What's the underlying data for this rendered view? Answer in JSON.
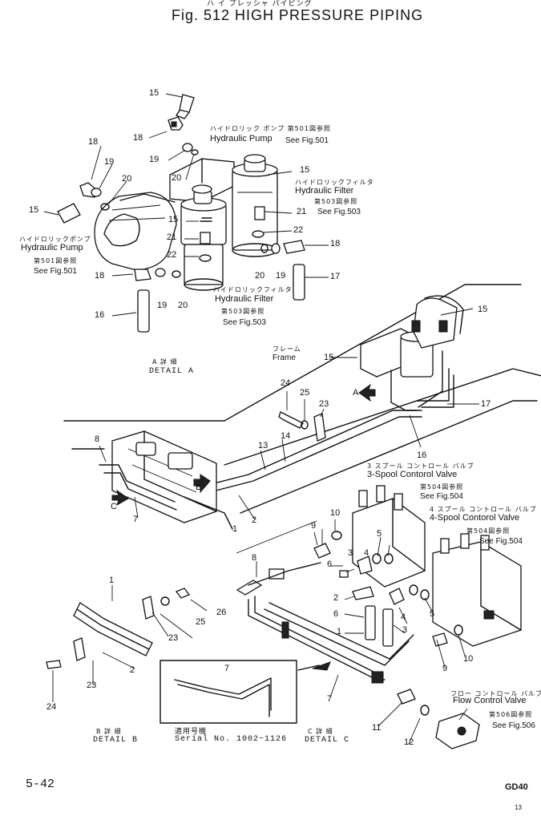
{
  "header": {
    "jp_title": "ハ イ プレッシャ パイピング",
    "title": "Fig. 512   HIGH PRESSURE PIPING"
  },
  "labels": {
    "hp_top_jp": "ハイドロリック ポンプ 第501図参照",
    "hp_top_en": "Hydraulic Pump",
    "hp_top_see": "See Fig.501",
    "hf_top_jp": "ハイドロリックフィルタ",
    "hf_top_en": "Hydraulic Filter",
    "hf_top_ref_jp": "第503図参照",
    "hf_top_see": "See Fig.503",
    "hp_left_jp": "ハイドロリックポンプ",
    "hp_left_en": "Hydraulic Pump",
    "hp_left_ref_jp": "第501図参照",
    "hp_left_see": "See Fig.501",
    "hf_mid_jp": "ハイドロリックフィルタ",
    "hf_mid_en": "Hydraulic Filter",
    "hf_mid_ref_jp": "第503図参照",
    "hf_mid_see": "See Fig.503",
    "detail_a_jp": "A 詳 細",
    "detail_a_en": "DETAIL A",
    "frame_jp": "フレーム",
    "frame_en": "Frame",
    "scv3_jp": "3 スプール コントロール バルブ",
    "scv3_en": "3-Spool Contorol Valve",
    "scv3_ref_jp": "第504図参照",
    "scv3_see": "See Fig.504",
    "scv4_jp": "4 スプール コントロール バルブ",
    "scv4_en": "4-Spool Contorol Valve",
    "scv4_ref_jp": "第504図参照",
    "scv4_see": "See Fig.504",
    "fcv_jp": "フロー コントロール バルブ",
    "fcv_en": "Flow Control Valve",
    "fcv_ref_jp": "第506図参照",
    "fcv_see": "See Fig.506",
    "detail_b_jp": "B 詳 細",
    "detail_b_en": "DETAIL B",
    "detail_c_jp": "C 詳 細",
    "detail_c_en": "DETAIL C",
    "serial_jp": "適用号機",
    "serial_en": "Serial No. 1002~1126",
    "arrow_a": "A",
    "arrow_b": "B",
    "arrow_c": "C"
  },
  "callouts": {
    "c15a": "15",
    "c18a": "18",
    "c19a": "19",
    "c20a": "20",
    "c18b": "18",
    "c19b": "19",
    "c20b": "20",
    "c15b": "15",
    "c15c": "15",
    "c21a": "21",
    "c22a": "22",
    "c15d": "15",
    "c21b": "21",
    "c22b": "22",
    "c20c": "20",
    "c19c": "19",
    "c18c": "18",
    "c17a": "17",
    "c18d": "18",
    "c19d": "19",
    "c20d": "20",
    "c16a": "16",
    "c15e": "15",
    "c15f": "15",
    "c17b": "17",
    "c16b": "16",
    "c24a": "24",
    "c25a": "25",
    "c23a": "23",
    "c13": "13",
    "c14": "14",
    "c8a": "8",
    "c7a": "7",
    "c1a": "1",
    "c2a": "2",
    "c10a": "10",
    "c9a": "9",
    "c5a": "5",
    "c3a": "3",
    "c4a": "4",
    "c6a": "6",
    "c2b": "2",
    "c6b": "6",
    "c1b": "1",
    "c3b": "3",
    "c4b": "4",
    "c5b": "5",
    "c8b": "8",
    "c9b": "9",
    "c10b": "10",
    "c1c": "1",
    "c26": "26",
    "c25b": "25",
    "c23b": "23",
    "c2c": "2",
    "c23c": "23",
    "c24b": "24",
    "c7b": "7",
    "c7c": "7",
    "c11": "11",
    "c12": "12"
  },
  "footer": {
    "page": "5-42",
    "model": "GD40",
    "small": "13"
  }
}
